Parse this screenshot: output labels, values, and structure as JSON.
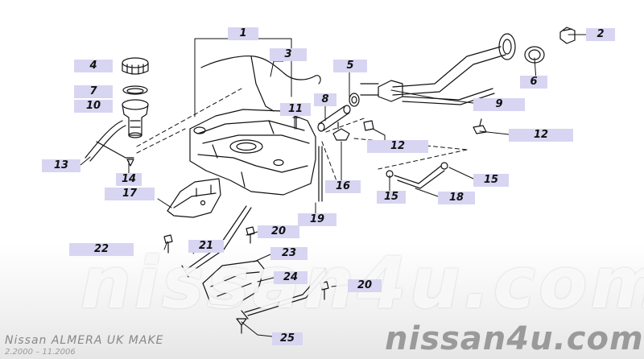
{
  "callouts": {
    "c1": "1",
    "c2": "2",
    "c3": "3",
    "c4": "4",
    "c5": "5",
    "c6": "6",
    "c7": "7",
    "c8": "8",
    "c9": "9",
    "c10": "10",
    "c11": "11",
    "c12a": "12",
    "c12b": "12",
    "c13": "13",
    "c14": "14",
    "c15a": "15",
    "c15b": "15",
    "c16": "16",
    "c17": "17",
    "c18": "18",
    "c19": "19",
    "c20a": "20",
    "c20b": "20",
    "c21": "21",
    "c22": "22",
    "c23": "23",
    "c24": "24",
    "c25": "25"
  },
  "watermark": {
    "center": "nissan4u.com",
    "corner": "nissan4u.com"
  },
  "caption": {
    "title": "Nissan ALMERA UK MAKE",
    "date_range": "2.2000 – 11.2006"
  },
  "colors": {
    "callout_fill": "#d7d5f1",
    "line": "#111111",
    "watermark_corner": "#9a9a9a"
  }
}
